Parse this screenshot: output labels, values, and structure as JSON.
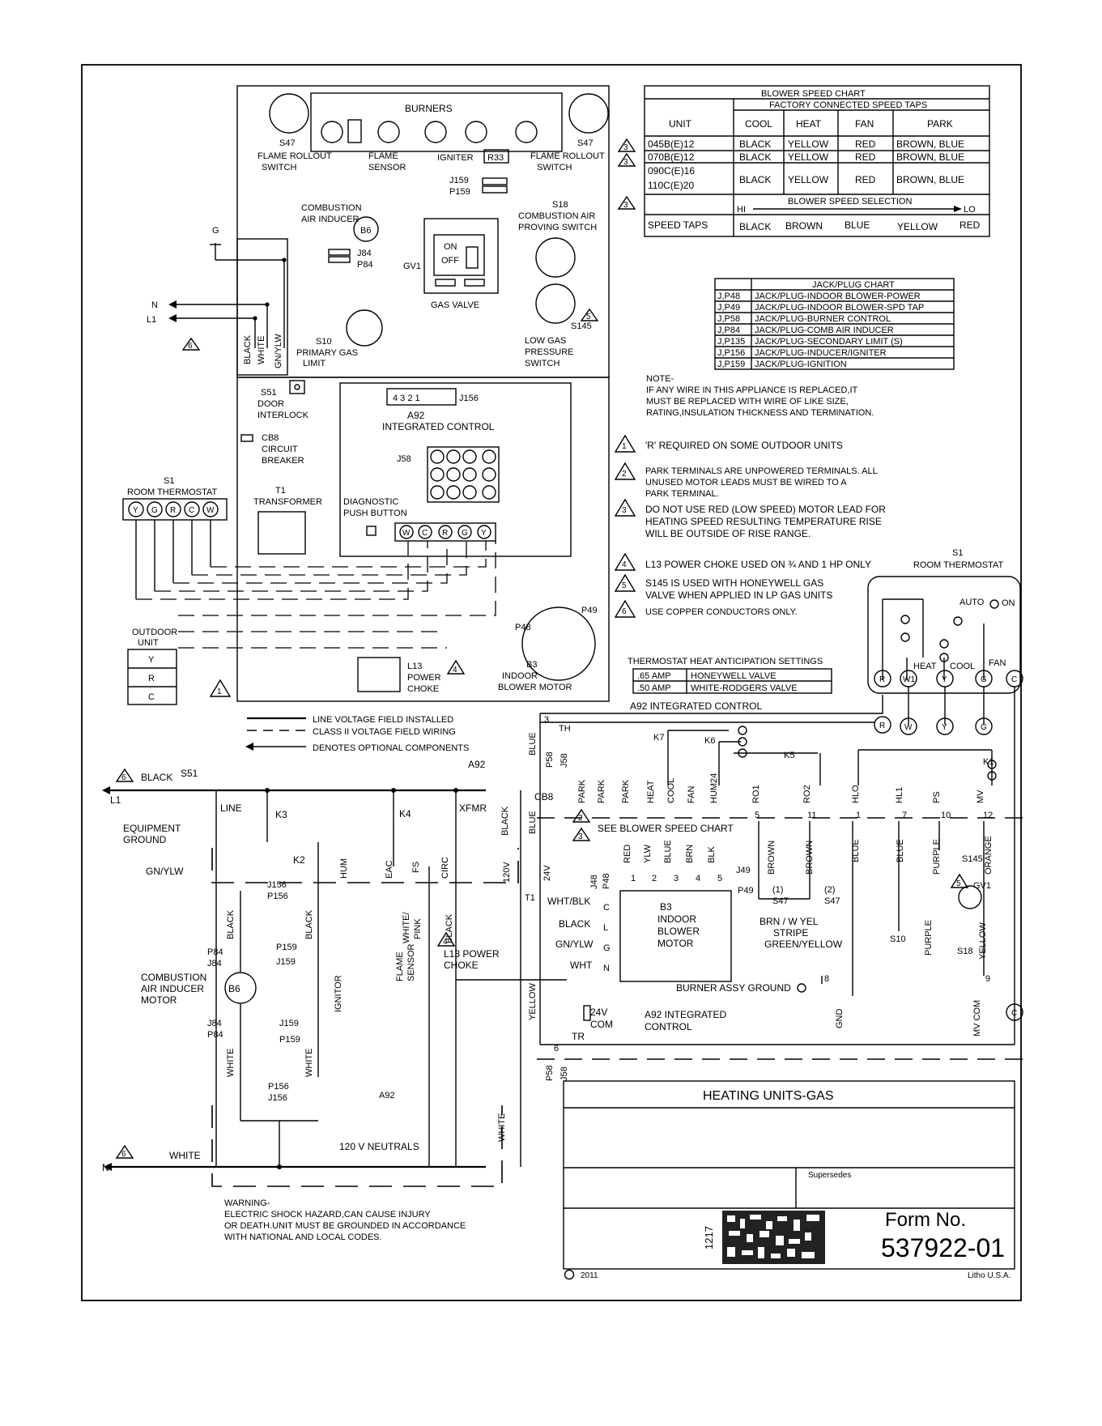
{
  "blower_chart": {
    "title": "BLOWER SPEED CHART",
    "subtitle": "FACTORY CONNECTED SPEED TAPS",
    "headers": [
      "UNIT",
      "COOL",
      "HEAT",
      "FAN",
      "PARK"
    ],
    "rows": [
      [
        "045B(E)12",
        "BLACK",
        "YELLOW",
        "RED",
        "BROWN, BLUE"
      ],
      [
        "070B(E)12",
        "BLACK",
        "YELLOW",
        "RED",
        "BROWN, BLUE"
      ],
      [
        "090C(E)16",
        "BLACK",
        "YELLOW",
        "RED",
        "BROWN, BLUE"
      ],
      [
        "110C(E)20",
        "",
        "",
        "",
        ""
      ]
    ],
    "selection_title": "BLOWER SPEED SELECTION",
    "hi": "HI",
    "lo": "LO",
    "speed_taps_label": "SPEED TAPS",
    "speed_taps": [
      "BLACK",
      "BROWN",
      "BLUE",
      "YELLOW",
      "RED"
    ]
  },
  "jack_chart": {
    "title": "JACK/PLUG CHART",
    "rows": [
      [
        "J,P48",
        "JACK/PLUG-INDOOR BLOWER-POWER"
      ],
      [
        "J,P49",
        "JACK/PLUG-INDOOR BLOWER-SPD TAP"
      ],
      [
        "J,P58",
        "JACK/PLUG-BURNER CONTROL"
      ],
      [
        "J,P84",
        "JACK/PLUG-COMB AIR INDUCER"
      ],
      [
        "J,P135",
        "JACK/PLUG-SECONDARY LIMIT (S)"
      ],
      [
        "J,P156",
        "JACK/PLUG-INDUCER/IGNITER"
      ],
      [
        "J,P159",
        "JACK/PLUG-IGNITION"
      ]
    ]
  },
  "note": {
    "title": "NOTE-",
    "lines": [
      "IF ANY WIRE IN THIS APPLIANCE IS REPLACED,IT",
      "MUST BE REPLACED WITH WIRE OF LIKE SIZE,",
      "RATING,INSULATION THICKNESS AND TERMINATION."
    ]
  },
  "notes": [
    {
      "num": "1",
      "lines": [
        "'R' REQUIRED ON SOME OUTDOOR UNITS"
      ]
    },
    {
      "num": "2",
      "lines": [
        "PARK TERMINALS ARE UNPOWERED TERMINALS. ALL",
        "UNUSED MOTOR LEADS MUST BE WIRED TO A",
        "PARK TERMINAL."
      ]
    },
    {
      "num": "3",
      "lines": [
        "DO NOT USE RED (LOW SPEED) MOTOR LEAD FOR",
        "HEATING SPEED RESULTING TEMPERATURE RISE",
        "WILL BE OUTSIDE OF RISE RANGE."
      ]
    },
    {
      "num": "4",
      "lines": [
        "L13 POWER CHOKE USED ON ¾ AND 1 HP ONLY"
      ]
    },
    {
      "num": "5",
      "lines": [
        "S145 IS USED WITH HONEYWELL GAS",
        "VALVE WHEN APPLIED IN LP GAS UNITS"
      ]
    },
    {
      "num": "6",
      "lines": [
        "USE COPPER CONDUCTORS ONLY."
      ]
    }
  ],
  "anticipation": {
    "title": "THERMOSTAT HEAT ANTICIPATION SETTINGS",
    "rows": [
      [
        ".65 AMP",
        "HONEYWELL VALVE"
      ],
      [
        ".50 AMP",
        "WHITE-RODGERS VALVE"
      ]
    ]
  },
  "legend": {
    "line_voltage": "LINE VOLTAGE FIELD INSTALLED",
    "class2": "CLASS II VOLTAGE FIELD WIRING",
    "optional": "DENOTES OPTIONAL COMPONENTS"
  },
  "warning": {
    "lines": [
      "WARNING-",
      "ELECTRIC SHOCK HAZARD,CAN CAUSE INJURY",
      "OR DEATH.UNIT MUST BE GROUNDED IN ACCORDANCE",
      "WITH NATIONAL AND LOCAL CODES."
    ]
  },
  "title_block": {
    "heading": "HEATING UNITS-GAS",
    "supersedes": "Supersedes",
    "code": "1217",
    "form_label": "Form No.",
    "form_number": "537922-01",
    "copyright_symbol": "©",
    "year": "2011",
    "litho": "Litho U.S.A."
  },
  "labels": {
    "burners": "BURNERS",
    "s47": "S47",
    "flame_rollout": "FLAME ROLLOUT",
    "switch": "SWITCH",
    "flame": "FLAME",
    "sensor": "SENSOR",
    "igniter": "IGNITER",
    "r33": "R33",
    "j159": "J159",
    "p159": "P159",
    "s18": "S18",
    "comb_air": "COMBUSTION AIR",
    "proving_switch": "PROVING SWITCH",
    "combustion": "COMBUSTION",
    "air_inducer": "AIR INDUCER",
    "b6": "B6",
    "j84": "J84",
    "p84": "P84",
    "gv1": "GV1",
    "on": "ON",
    "off": "OFF",
    "gas_valve": "GAS VALVE",
    "g": "G",
    "n": "N",
    "l1": "L1",
    "black": "BLACK",
    "white": "WHITE",
    "gnylw": "GN/YLW",
    "s10": "S10",
    "primary_gas": "PRIMARY GAS",
    "limit": "LIMIT",
    "s145": "S145",
    "low_gas": "LOW GAS",
    "pressure": "PRESSURE",
    "s51": "S51",
    "door": "DOOR",
    "interlock": "INTERLOCK",
    "a92": "A92",
    "integrated_control": "INTEGRATED CONTROL",
    "j156": "J156",
    "cb8": "CB8",
    "circuit": "CIRCUIT",
    "breaker": "BREAKER",
    "j58": "J58",
    "s1": "S1",
    "room_thermostat": "ROOM THERMOSTAT",
    "t1": "T1",
    "transformer": "TRANSFORMER",
    "diagnostic": "DIAGNOSTIC",
    "push_button": "PUSH BUTTON",
    "outdoor": "OUTDOOR",
    "unit": "UNIT",
    "l13": "L13",
    "power": "POWER",
    "choke": "CHOKE",
    "b3": "B3",
    "indoor": "INDOOR",
    "blower_motor": "BLOWER MOTOR",
    "p48": "P48",
    "p49": "P49",
    "auto": "AUTO",
    "heat": "HEAT",
    "cool": "COOL",
    "fan": "FAN",
    "a92_ic": "A92   INTEGRATED CONTROL",
    "th": "TH",
    "k7": "K7",
    "k6": "K6",
    "k5": "K5",
    "k1": "K1",
    "p58": "P58",
    "j58b": "J58",
    "blue": "BLUE",
    "line": "LINE",
    "k3": "K3",
    "k4": "K4",
    "k2": "K2",
    "xfmr": "XFMR",
    "equipment": "EQUIPMENT",
    "ground": "GROUND",
    "gn_ylw": "GN/YLW",
    "hum": "HUM",
    "eac": "EAC",
    "fs": "FS",
    "circ": "CIRC",
    "v120": "120V",
    "v24": "24V",
    "p156": "P156",
    "white_pink": "WHITE/",
    "pink": "PINK",
    "flame_sensor_a": "FLAME",
    "flame_sensor_b": "SENSOR",
    "l13_power_choke": "L13 POWER",
    "choke2": "CHOKE",
    "combustion2": "COMBUSTION",
    "air_inducer2": "AIR INDUCER",
    "motor": "MOTOR",
    "ignitor": "IGNITOR",
    "neutrals": "120 V NEUTRALS",
    "park": "PARK",
    "heat_tap": "HEAT",
    "cool_tap": "COOL",
    "fan_tap": "FAN",
    "hum24": "HUM24",
    "ro1": "RO1",
    "ro2": "RO2",
    "hlo": "HLO",
    "hl1": "HL1",
    "ps": "PS",
    "mv": "MV",
    "see_blower": "SEE BLOWER SPEED CHART",
    "red": "RED",
    "ylw": "YLW",
    "brn": "BRN",
    "blk": "BLK",
    "j49": "J49",
    "j48": "J48",
    "wht_blk": "WHT/BLK",
    "wht": "WHT",
    "b3_indoor": "B3",
    "indoor2": "INDOOR",
    "blower": "BLOWER",
    "motor2": "MOTOR",
    "brown": "BROWN",
    "purple": "PURPLE",
    "orange": "ORANGE",
    "yellow": "YELLOW",
    "brnw": "BRN / W YEL",
    "stripe": "STRIPE",
    "green_yellow": "GREEN/YELLOW",
    "burner_ground": "BURNER ASSY GROUND",
    "gnd": "GND",
    "mv_com": "MV COM",
    "com": "COM",
    "tr": "TR",
    "a92_ic2": "A92 INTEGRATED",
    "control": "CONTROL",
    "v24b": "24V",
    "gv1b": "GV1",
    "s18b": "S18",
    "s10b": "S10",
    "s145b": "S145",
    "s47a": "(1)",
    "s47b": "(2)"
  }
}
